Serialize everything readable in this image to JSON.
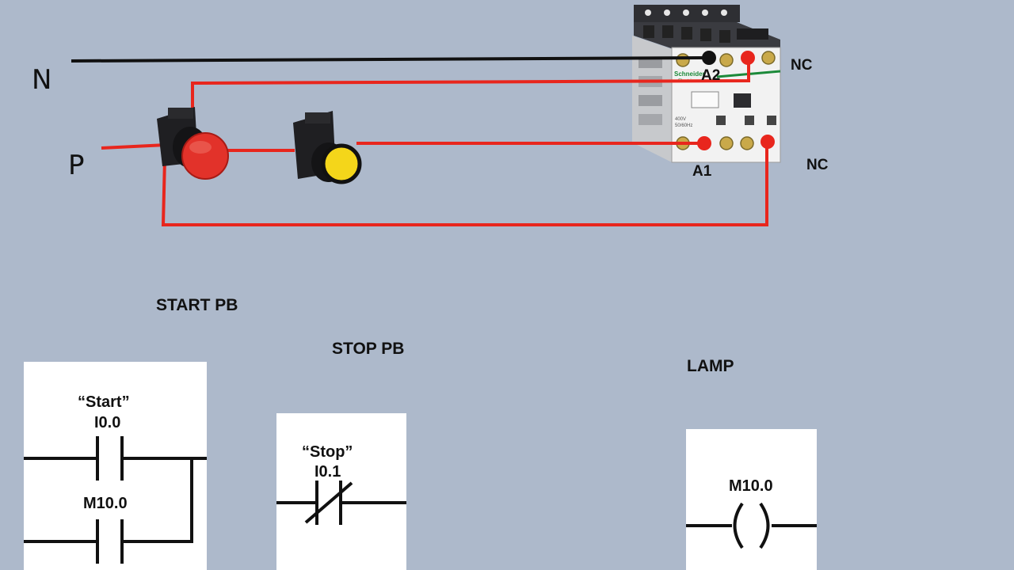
{
  "wiring": {
    "neutral_label": "N",
    "phase_label": "P",
    "a2_label": "A2",
    "a1_label": "A1",
    "nc_top_label": "NC",
    "nc_bottom_label": "NC",
    "contactor_brand": "Schneider",
    "contactor_brand_sub": "Electric",
    "wire_color_phase": "#e8261d",
    "wire_color_neutral": "#111111",
    "stop_button_color": "#e2322a",
    "start_button_color": "#f4d61a"
  },
  "ladder": {
    "start_pb_title": "START PB",
    "stop_pb_title": "STOP PB",
    "lamp_title": "LAMP",
    "start_tag": "“Start”",
    "start_addr": "I0.0",
    "seal_addr": "M10.0",
    "stop_tag": "“Stop”",
    "stop_addr": "I0.1",
    "coil_addr": "M10.0"
  }
}
